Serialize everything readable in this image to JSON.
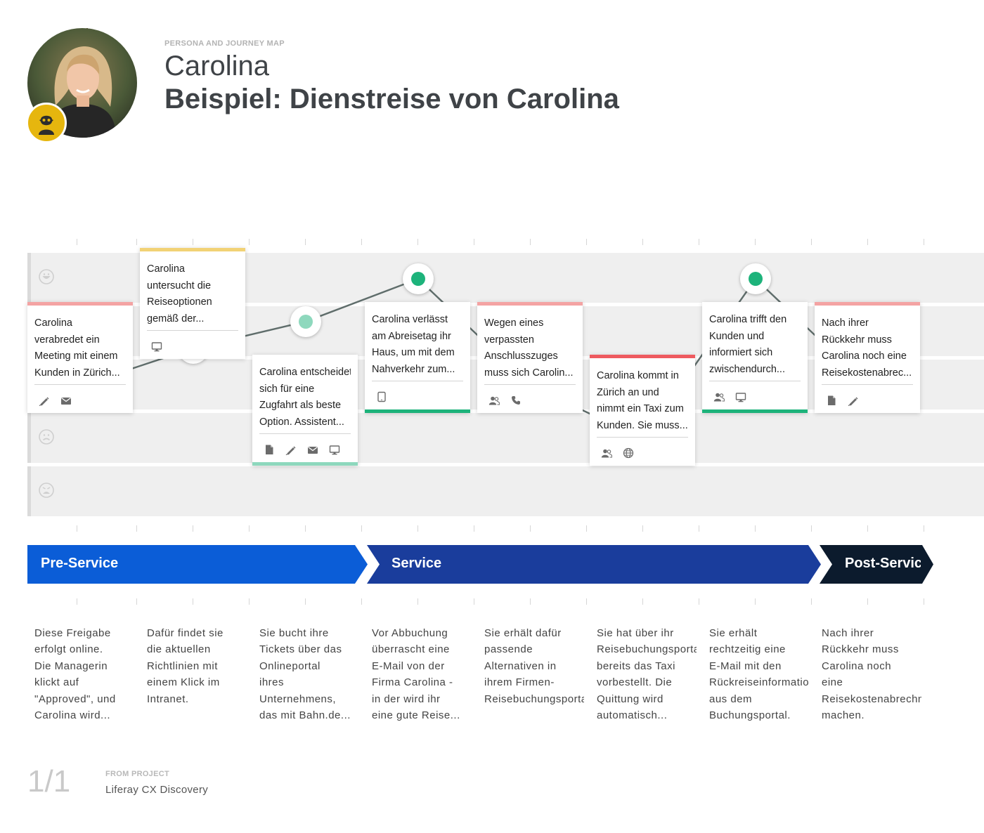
{
  "header": {
    "eyebrow": "PERSONA AND JOURNEY MAP",
    "persona_name": "Carolina",
    "map_title": "Beispiel: Dienstreise von Carolina"
  },
  "colors": {
    "positive": "#1db37b",
    "neutral": "#f2d275",
    "negative": "#f4a3a3",
    "very_negative": "#ee5a5f",
    "pre_service": "#0b5dd7",
    "service": "#1a3d9c",
    "post_service": "#0c1b2d"
  },
  "emotion_scale": [
    "very-happy",
    "neutral",
    "sad",
    "very-sad"
  ],
  "journey": [
    {
      "text": [
        "Carolina",
        "verabredet ein",
        "Meeting mit einem",
        "Kunden in Zürich..."
      ],
      "emotion": "negative",
      "level": 2,
      "accent": "#f4a3a3",
      "accent_position": "top",
      "icons": [
        "pen-icon",
        "mail-icon"
      ]
    },
    {
      "text": [
        "Carolina",
        "untersucht die",
        "Reiseoptionen",
        "gemäß der..."
      ],
      "emotion": "neutral",
      "level": 1.3,
      "accent": "#f2d275",
      "accent_position": "top",
      "icons": [
        "monitor-icon"
      ]
    },
    {
      "text": [
        "Carolina entscheidet",
        "sich für eine",
        "Zugfahrt als beste",
        "Option. Assistent..."
      ],
      "emotion": "positive-light",
      "level": 0.8,
      "accent": "#8ed8bd",
      "accent_position": "bottom",
      "icons": [
        "document-icon",
        "pen-icon",
        "mail-icon",
        "monitor-icon"
      ]
    },
    {
      "text": [
        "Carolina verlässt",
        "am Abreisetag ihr",
        "Haus, um mit dem",
        "Nahverkehr zum..."
      ],
      "emotion": "positive",
      "level": 0,
      "accent": "#1db37b",
      "accent_position": "bottom",
      "icons": [
        "tablet-icon"
      ]
    },
    {
      "text": [
        "Wegen eines",
        "verpassten",
        "Anschlusszuges",
        "muss sich Carolin..."
      ],
      "emotion": "negative",
      "level": 2,
      "accent": "#f4a3a3",
      "accent_position": "top",
      "icons": [
        "users-icon",
        "phone-icon"
      ]
    },
    {
      "text": [
        "Carolina kommt in",
        "Zürich an und",
        "nimmt ein Taxi zum",
        "Kunden. Sie muss..."
      ],
      "emotion": "very-negative",
      "level": 3,
      "accent": "#ee5a5f",
      "accent_position": "top",
      "icons": [
        "users-icon",
        "globe-icon"
      ]
    },
    {
      "text": [
        "Carolina trifft den",
        "Kunden und",
        "informiert sich",
        "zwischendurch..."
      ],
      "emotion": "positive",
      "level": 0,
      "accent": "#1db37b",
      "accent_position": "bottom",
      "icons": [
        "users-icon",
        "monitor-icon"
      ]
    },
    {
      "text": [
        "Nach ihrer",
        "Rückkehr muss",
        "Carolina noch eine",
        "Reisekostenabrec..."
      ],
      "emotion": "negative",
      "level": 2,
      "accent": "#f4a3a3",
      "accent_position": "top",
      "icons": [
        "document-icon",
        "pen-icon"
      ]
    }
  ],
  "phases": [
    {
      "label": "Pre-Service",
      "color": "#0b5dd7"
    },
    {
      "label": "Service",
      "color": "#1a3d9c"
    },
    {
      "label": "Post-Service",
      "color": "#0c1b2d"
    }
  ],
  "descriptions": [
    [
      "Diese Freigabe",
      "erfolgt online.",
      "Die Managerin",
      "klickt auf",
      "\"Approved\", und",
      "Carolina wird..."
    ],
    [
      "Dafür findet sie",
      "die aktuellen",
      "Richtlinien mit",
      "einem Klick im",
      "Intranet."
    ],
    [
      "Sie bucht ihre",
      "Tickets über das",
      "Onlineportal",
      "ihres",
      "Unternehmens,",
      "das mit Bahn.de..."
    ],
    [
      "Vor Abbuchung",
      "überrascht eine",
      "E-Mail von der",
      "Firma Carolina -",
      "in der wird ihr",
      "eine gute Reise..."
    ],
    [
      "Sie erhält dafür",
      "passende",
      "Alternativen in",
      "ihrem Firmen-",
      "Reisebuchungsportal"
    ],
    [
      "Sie hat über ihr",
      "Reisebuchungsportal",
      "bereits das Taxi",
      "vorbestellt. Die",
      "Quittung wird",
      "automatisch..."
    ],
    [
      "Sie erhält",
      "rechtzeitig eine",
      "E-Mail mit den",
      "Rückreiseinformationen",
      "aus dem",
      "Buchungsportal."
    ],
    [
      "Nach ihrer",
      "Rückkehr muss",
      "Carolina noch",
      "eine",
      "Reisekostenabrechnung",
      "machen."
    ]
  ],
  "footer": {
    "page": "1/1",
    "from_label": "FROM PROJECT",
    "project": "Liferay CX Discovery"
  }
}
